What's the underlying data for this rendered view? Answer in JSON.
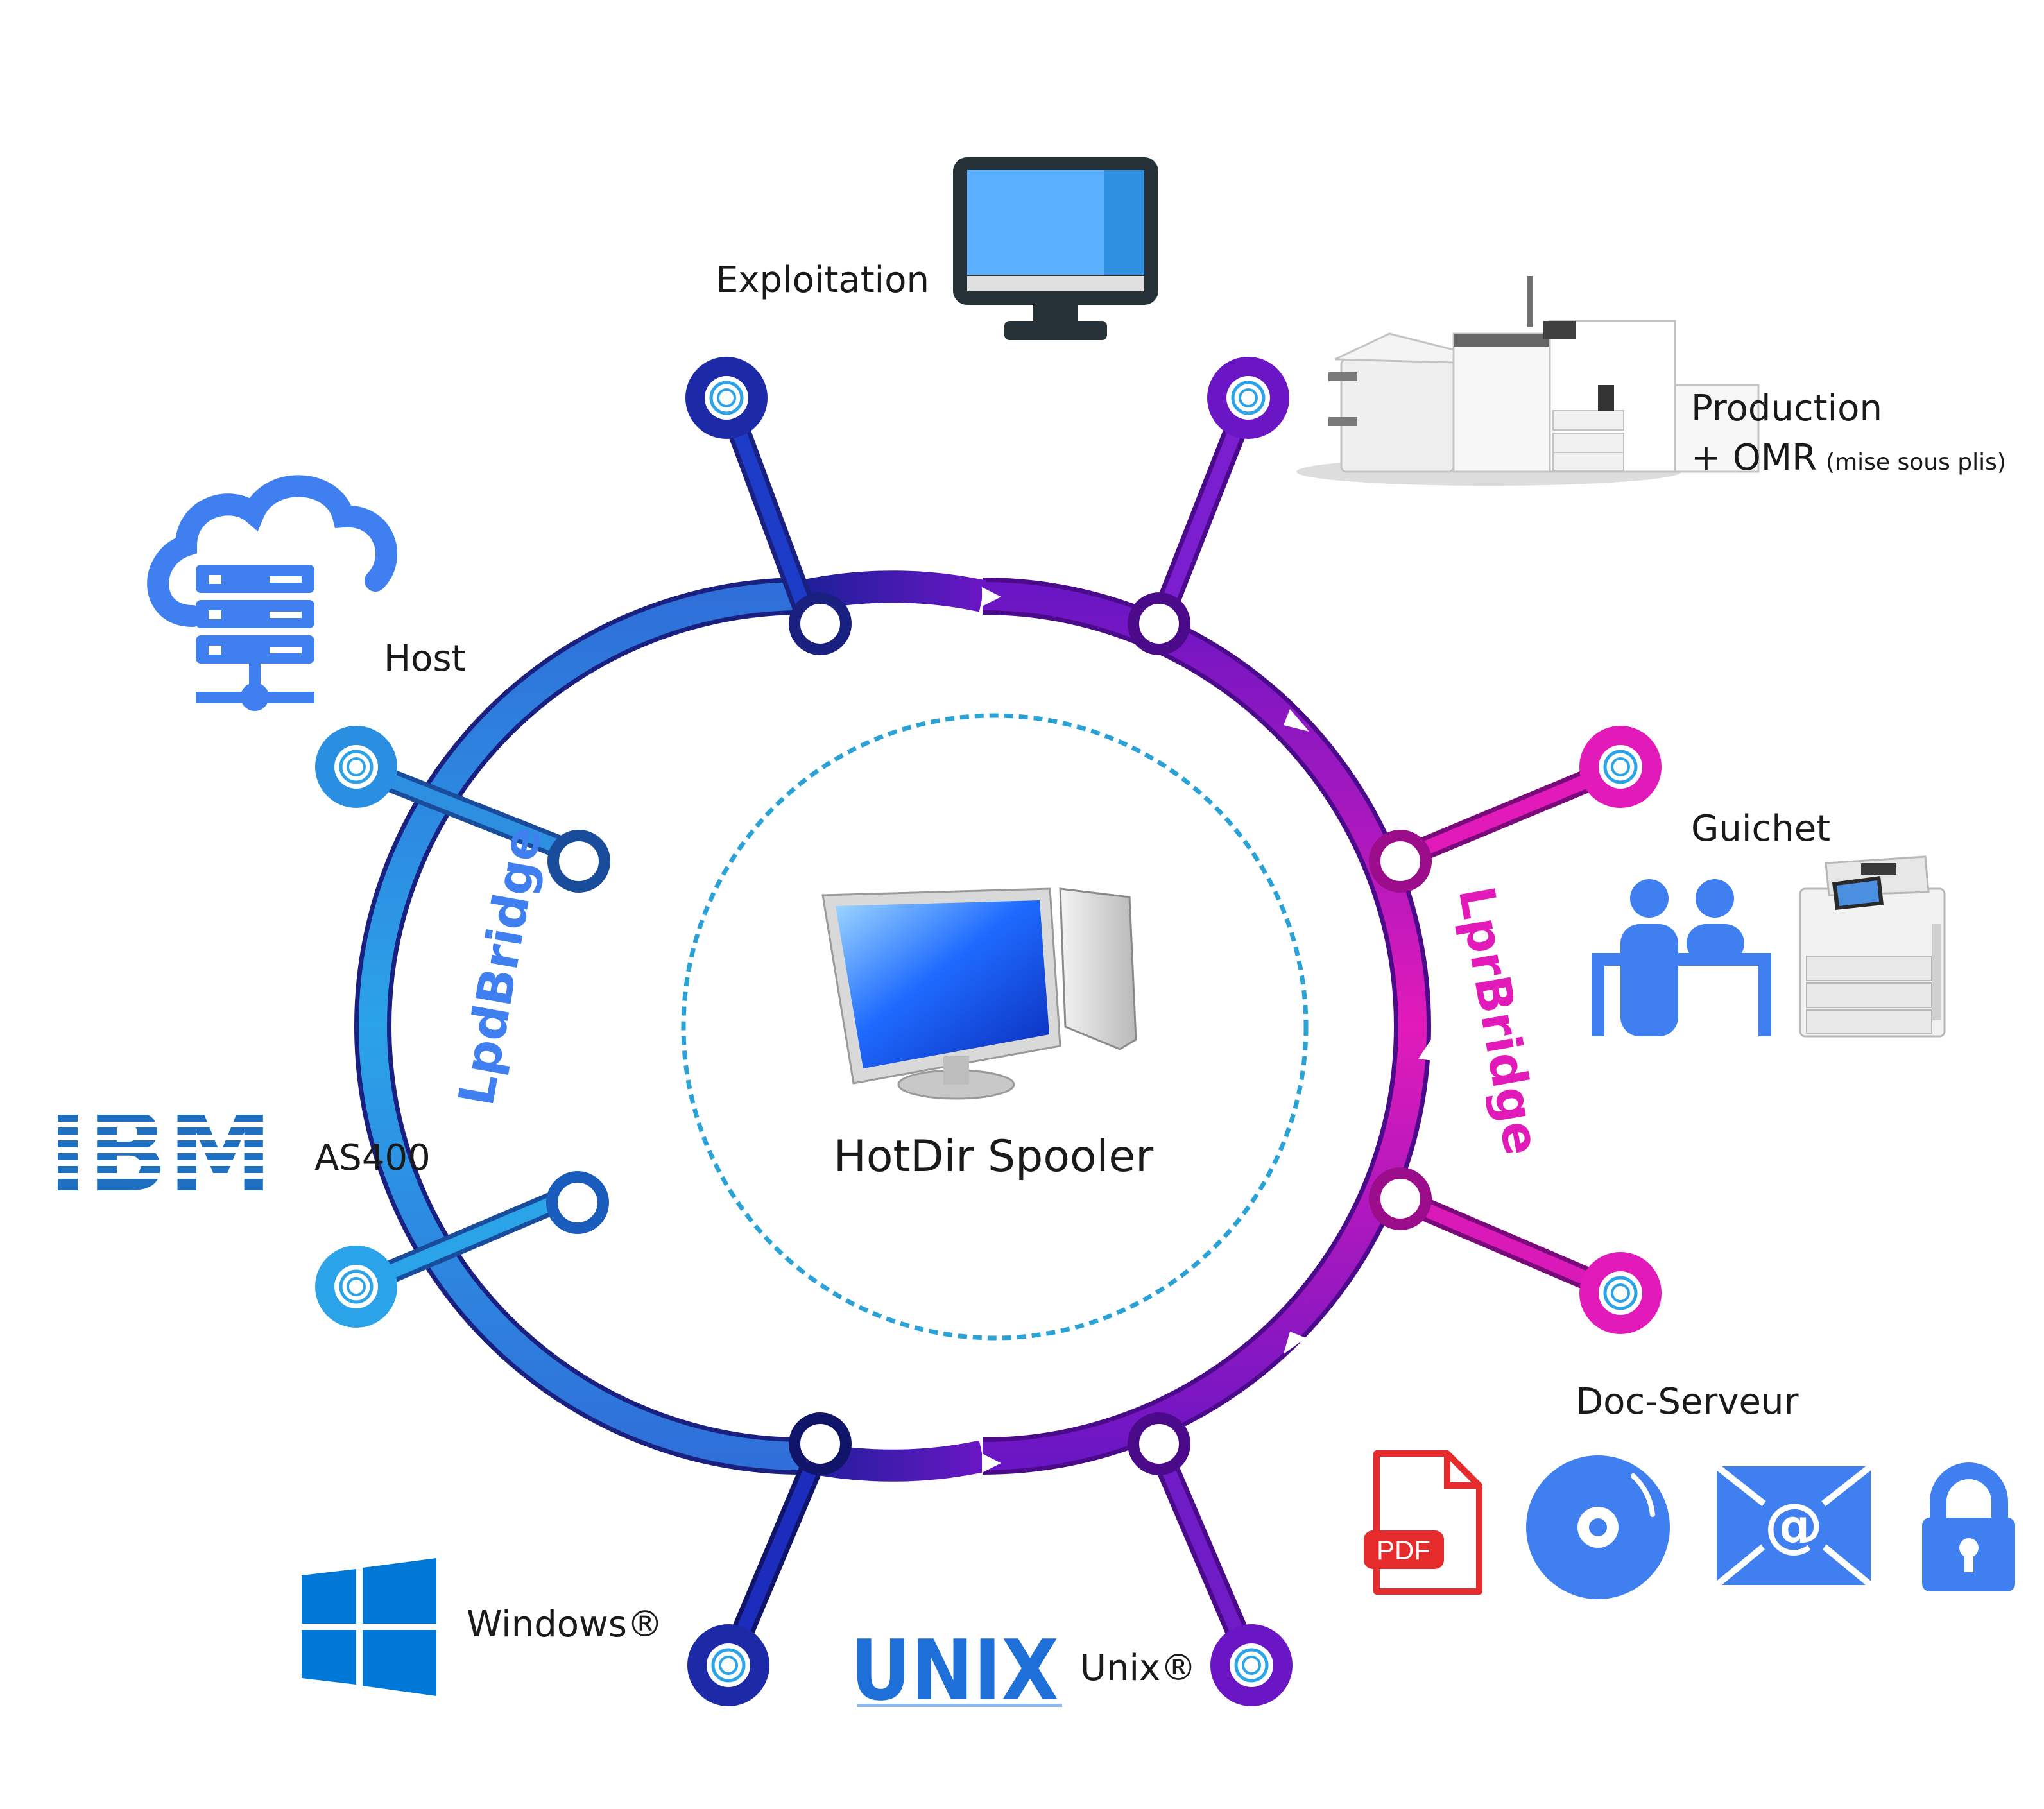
{
  "center": {
    "title": "HotDir Spooler"
  },
  "bridges": {
    "left": "LpdBridge",
    "right": "LprBridge"
  },
  "nodes": {
    "exploitation": "Exploitation",
    "production_line1": "Production",
    "production_line2": "+ OMR",
    "production_note": "(mise sous plis)",
    "host": "Host",
    "guichet": "Guichet",
    "as400": "AS400",
    "doc_serveur": "Doc-Serveur",
    "windows": "Windows®",
    "unix": "Unix®"
  },
  "logos": {
    "ibm": "IBM",
    "unix": "UNIX",
    "pdf": "PDF",
    "email": "@"
  },
  "icons": [
    "monitor-icon",
    "printer-production-icon",
    "cloud-server-icon",
    "people-counter-icon",
    "copier-icon",
    "ibm-logo",
    "windows-logo",
    "unix-logo",
    "pdf-icon",
    "disc-icon",
    "email-icon",
    "lock-icon",
    "computer-icon"
  ],
  "colors": {
    "blue_light": "#2ba3e8",
    "blue_mid": "#2f6fd9",
    "navy": "#1c1f99",
    "violet": "#6a16c4",
    "magenta": "#e21ab9",
    "icon_blue": "#3f7ff0",
    "pdf_red": "#e52b2b",
    "windows_blue": "#0078d7",
    "ibm_blue": "#1f70c1",
    "unix_blue": "#1f6fd8"
  }
}
